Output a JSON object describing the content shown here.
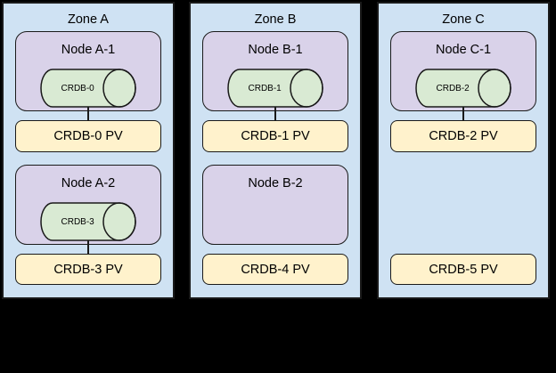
{
  "zones": [
    {
      "title": "Zone A",
      "slots": [
        {
          "node_title": "Node A-1",
          "db_label": "CRDB-0",
          "pv_label": "CRDB-0 PV"
        },
        {
          "node_title": "Node A-2",
          "db_label": "CRDB-3",
          "pv_label": "CRDB-3 PV"
        }
      ]
    },
    {
      "title": "Zone B",
      "slots": [
        {
          "node_title": "Node B-1",
          "db_label": "CRDB-1",
          "pv_label": "CRDB-1 PV"
        },
        {
          "node_title": "Node B-2",
          "pv_label": "CRDB-4 PV"
        }
      ]
    },
    {
      "title": "Zone C",
      "slots": [
        {
          "node_title": "Node C-1",
          "db_label": "CRDB-2",
          "pv_label": "CRDB-2 PV"
        },
        {
          "pv_label": "CRDB-5 PV"
        }
      ]
    }
  ],
  "colors": {
    "background": "#000000",
    "zone_fill": "#cfe2f3",
    "node_fill": "#d9d2e9",
    "db_fill": "#d9ead3",
    "pv_fill": "#fff2cc",
    "border": "#1a1a1a",
    "text": "#000000"
  }
}
